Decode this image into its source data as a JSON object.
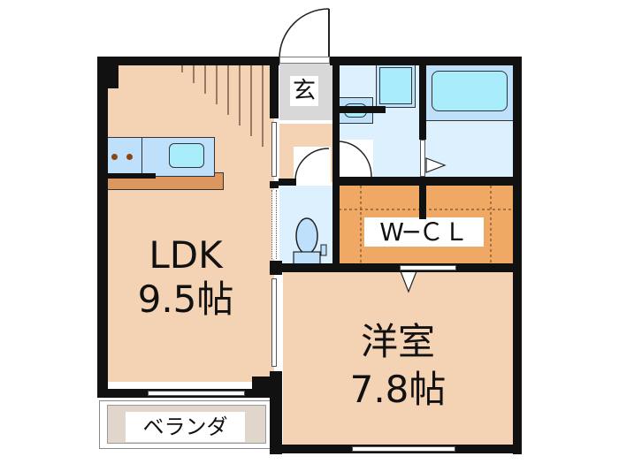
{
  "floorplan": {
    "colors": {
      "wall": "#111111",
      "room_floor": "#f4d2b4",
      "storage_floor": "#f0a964",
      "wet_area": "#ddf0fd",
      "fixture": "#bfe0fb",
      "water": "#a9ecfb",
      "entrance": "#d8d8d8",
      "balcony": "#e0d6cb",
      "counter": "#dc9660"
    },
    "rooms": {
      "ldk": {
        "name": "LDK",
        "size": "9.5帖"
      },
      "western": {
        "name": "洋室",
        "size": "7.8帖"
      },
      "wcl": {
        "name": "W─ＣＬ"
      },
      "entrance": {
        "name": "玄"
      },
      "balcony": {
        "name": "ベランダ"
      }
    }
  }
}
